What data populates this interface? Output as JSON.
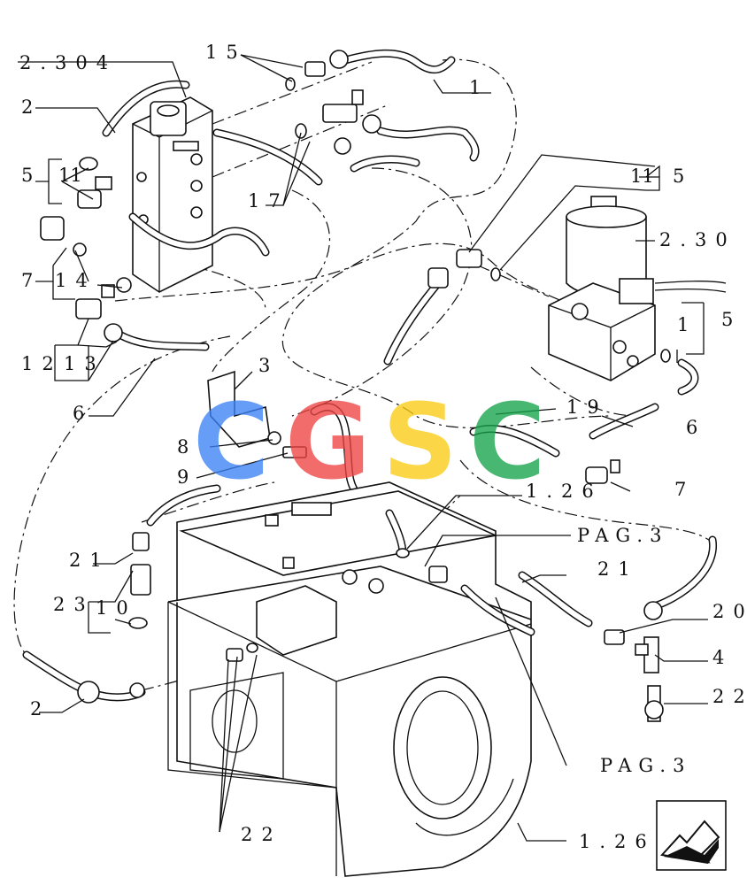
{
  "watermark": {
    "letters": [
      "C",
      "G",
      "S",
      "C"
    ],
    "colors": [
      "#3b82f6",
      "#ef4444",
      "#facc15",
      "#16a34a"
    ]
  },
  "labels": {
    "l_2_304": "2.304",
    "l_15_top": "15",
    "l_1": "1",
    "l_2_top": "2",
    "l_5_left": "5",
    "l_11_left": "11",
    "l_17": "17",
    "l_11_right": "11",
    "l_5_right": "5",
    "l_2_30": "2.30",
    "l_7_left": "7",
    "l_14": "14",
    "l_1_right": "1",
    "l_5_mid": "5",
    "l_12": "12",
    "l_13": "13",
    "l_3": "3",
    "l_6_left": "6",
    "l_19": "19",
    "l_6_right": "6",
    "l_8": "8",
    "l_9": "9",
    "l_7_right": "7",
    "l_1_26_mid": "1.26",
    "l_pag3_top": "PAG.3",
    "l_21_left": "21",
    "l_21_right": "21",
    "l_23": "23",
    "l_10": "10",
    "l_20": "20",
    "l_4": "4",
    "l_2_bottom": "2",
    "l_22_right": "22",
    "l_pag3_bottom": "PAG.3",
    "l_22_bottom": "22",
    "l_1_26_bottom": "1.26"
  },
  "nav": {
    "icon": "previous-page-arrow-icon"
  }
}
